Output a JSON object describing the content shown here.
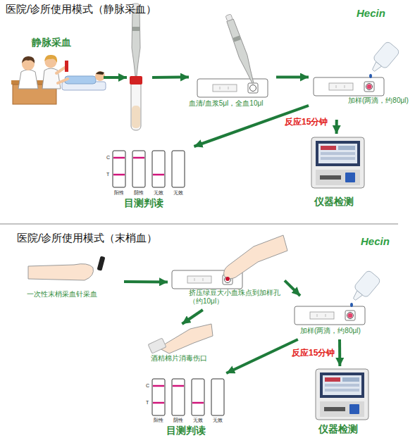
{
  "diagram": {
    "nodes": [
      {
        "text": [
          "医院/诊所使用模式（静脉采血）"
        ]
      },
      {
        "text": [
          "静脉采血"
        ],
        "in": 0
      },
      {
        "text": [],
        "in": 0
      },
      {
        "text": [
          "血清/血浆5μl，全血10μl"
        ],
        "in": 0
      },
      {
        "text": [
          "加样(两滴，约80μl)"
        ],
        "in": 0
      },
      {
        "text": [
          "阳性",
          "阴性",
          "无效",
          "无效",
          "目测判读"
        ],
        "in": 0
      },
      {
        "text": [
          "仪器检测"
        ],
        "in": 0
      },
      {
        "text": [
          "医院/诊所使用模式（末梢血）"
        ]
      },
      {
        "text": [
          "一次性末梢采血针采血"
        ],
        "in": 7
      },
      {
        "text": [
          "挤压绿豆大小血珠点到加样孔（约10μl）"
        ],
        "in": 7
      },
      {
        "text": [
          "酒精棉片消毒伤口"
        ],
        "in": 7
      },
      {
        "text": [
          "加样(两滴，约80μl)"
        ],
        "in": 7
      },
      {
        "text": [
          "阳性",
          "阴性",
          "无效",
          "无效",
          "目测判读"
        ],
        "in": 7
      },
      {
        "text": [
          "仪器检测"
        ],
        "in": 7
      }
    ],
    "edges": [
      {
        "from": 1,
        "to": 2,
        "arrow": "to"
      },
      {
        "from": 2,
        "to": 3,
        "arrow": "to"
      },
      {
        "from": 3,
        "to": 4,
        "arrow": "to"
      },
      {
        "from": 4,
        "to": 5,
        "arrow": "to"
      },
      {
        "from": 4,
        "to": 6,
        "label": "反应15分钟",
        "arrow": "to"
      },
      {
        "from": 8,
        "to": 9,
        "arrow": "to"
      },
      {
        "from": 9,
        "to": 10,
        "arrow": "to"
      },
      {
        "from": 9,
        "to": 11,
        "arrow": "to"
      },
      {
        "from": 11,
        "to": 12,
        "arrow": "to"
      },
      {
        "from": 11,
        "to": 13,
        "label": "反应15分钟",
        "arrow": "to"
      }
    ],
    "labels": [
      "Hecin",
      "C",
      "T",
      "Hecin",
      "C",
      "T"
    ]
  }
}
